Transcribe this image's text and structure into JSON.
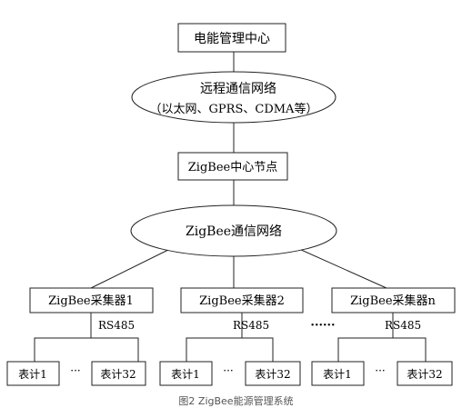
{
  "diagram": {
    "energy_center": "电能管理中心",
    "remote_network": {
      "line1": "远程通信网络",
      "line2": "（以太网、GPRS、CDMA等）"
    },
    "central_node": "ZigBee中心节点",
    "zigbee_network": "ZigBee通信网络",
    "collectors": [
      {
        "label": "ZigBee采集器1",
        "bus": "RS485",
        "meter_first": "表计1",
        "meter_last": "表计32"
      },
      {
        "label": "ZigBee采集器2",
        "bus": "RS485",
        "meter_first": "表计1",
        "meter_last": "表计32"
      },
      {
        "label": "ZigBee采集器n",
        "bus": "RS485",
        "meter_first": "表计1",
        "meter_last": "表计32"
      }
    ],
    "meter_ellipsis": "···",
    "collector_ellipsis": "······"
  },
  "caption": "图2  ZigBee能源管理系统"
}
